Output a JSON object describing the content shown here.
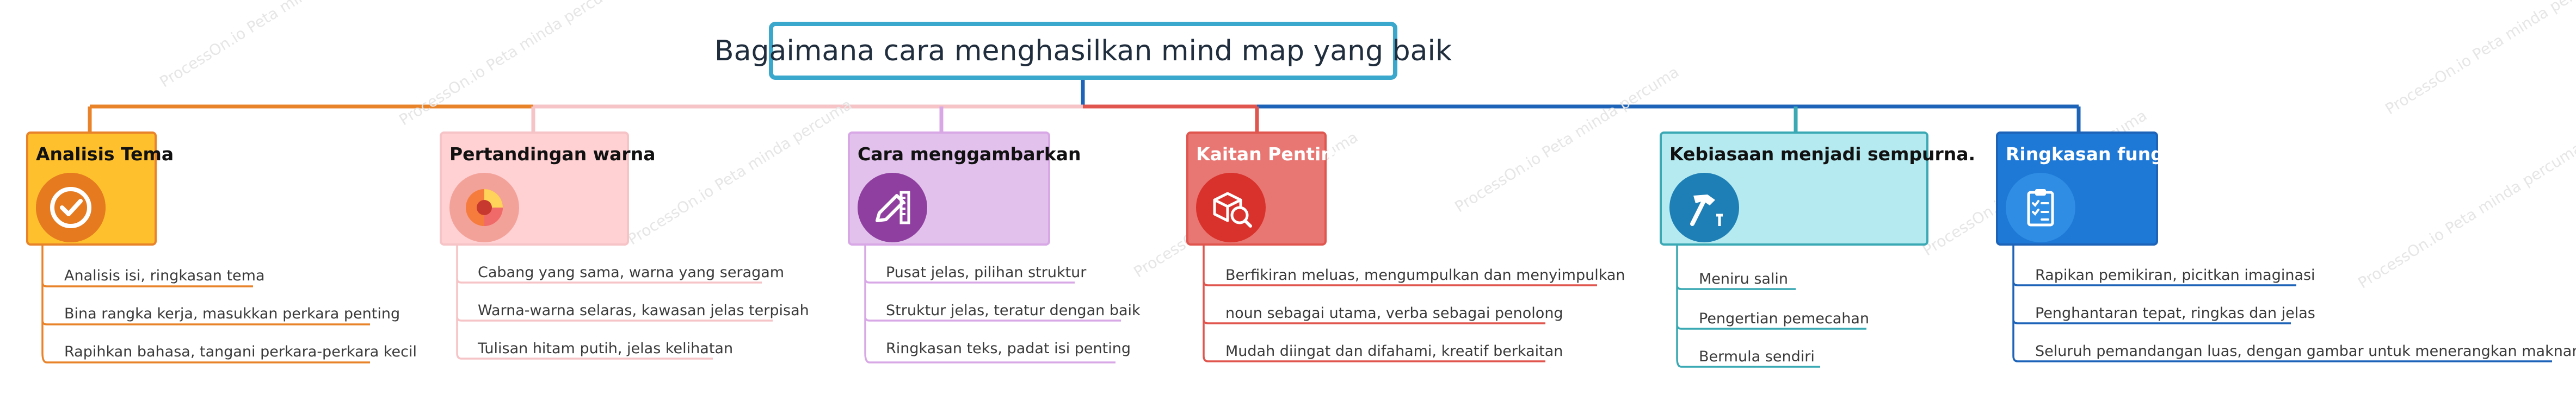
{
  "title": "Bagaimana cara menghasilkan mind map yang baik",
  "watermark": "ProcessOn.io Peta minda percuma",
  "branches": [
    {
      "title": "Analisis Tema",
      "color": "#e8832a",
      "fill": "#ffc02e",
      "icon": "check-circle-icon",
      "items": [
        "Analisis isi, ringkasan tema",
        "Bina rangka kerja, masukkan perkara penting",
        "Rapihkan bahasa, tangani perkara-perkara kecil"
      ]
    },
    {
      "title": "Pertandingan warna",
      "color": "#f6c3c6",
      "fill": "#ffd1d3",
      "icon": "color-wheel-icon",
      "items": [
        "Cabang yang sama, warna yang seragam",
        "Warna-warna selaras, kawasan jelas terpisah",
        "Tulisan hitam putih, jelas kelihatan"
      ]
    },
    {
      "title": "Cara menggambarkan",
      "color": "#d8a8e6",
      "fill": "#e2c1ec",
      "icon": "pencil-ruler-icon",
      "items": [
        "Pusat jelas, pilihan struktur",
        "Struktur jelas, teratur dengan baik",
        "Ringkasan teks, padat isi penting"
      ]
    },
    {
      "title": "Kaitan Penting",
      "color": "#e0564f",
      "fill": "#e87672",
      "icon": "cube-magnifier-icon",
      "items": [
        "Berfikiran meluas, mengumpulkan dan menyimpulkan",
        "noun sebagai utama, verba sebagai penolong",
        "Mudah diingat dan difahami, kreatif berkaitan"
      ]
    },
    {
      "title": "Kebiasaan menjadi sempurna.",
      "color": "#3aa9b4",
      "fill": "#b5eaf0",
      "icon": "hammer-icon",
      "items": [
        "Meniru salin",
        "Pengertian pemecahan",
        "Bermula sendiri"
      ]
    },
    {
      "title": "Ringkasan fungsi",
      "color": "#1d63b8",
      "fill": "#1e78d6",
      "icon": "clipboard-icon",
      "items": [
        "Rapikan pemikiran, picitkan imaginasi",
        "Penghantaran tepat, ringkas dan jelas",
        "Seluruh pemandangan luas, dengan gambar untuk menerangkan maknanya."
      ]
    }
  ]
}
